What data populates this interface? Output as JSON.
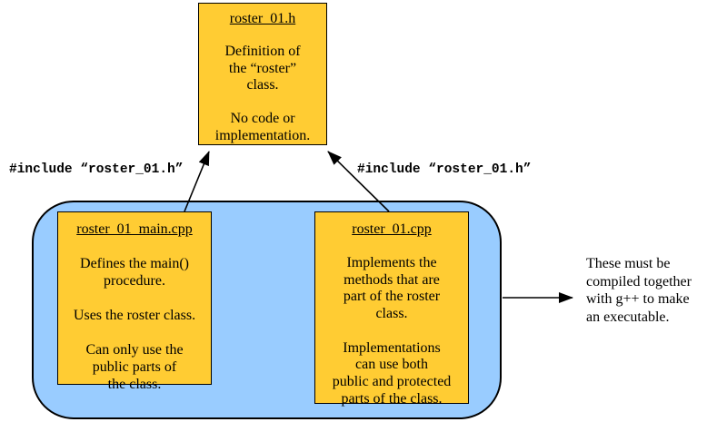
{
  "header_box": {
    "title": "roster_01.h",
    "body": "Definition of\nthe “roster”\nclass.\n\nNo code or\nimplementation."
  },
  "container": {
    "main_box": {
      "title": "roster_01_main.cpp",
      "body": "Defines the main()\nprocedure.\n\nUses the roster class.\n\nCan only use the\npublic parts of\nthe class."
    },
    "impl_box": {
      "title": "roster_01.cpp",
      "body": "Implements the\nmethods that are\npart of the roster\nclass.\n\nImplementations\ncan use both\npublic and protected\nparts of the class."
    }
  },
  "labels": {
    "include_left": "#include “roster_01.h”",
    "include_right": "#include “roster_01.h”",
    "compile_note": "These must be\ncompiled together\nwith g++ to make\nan executable."
  },
  "colors": {
    "file_box_fill": "#FFCC33",
    "container_fill": "#99CCFF",
    "border": "#000000",
    "background": "#FFFFFF",
    "arrow": "#000000"
  }
}
